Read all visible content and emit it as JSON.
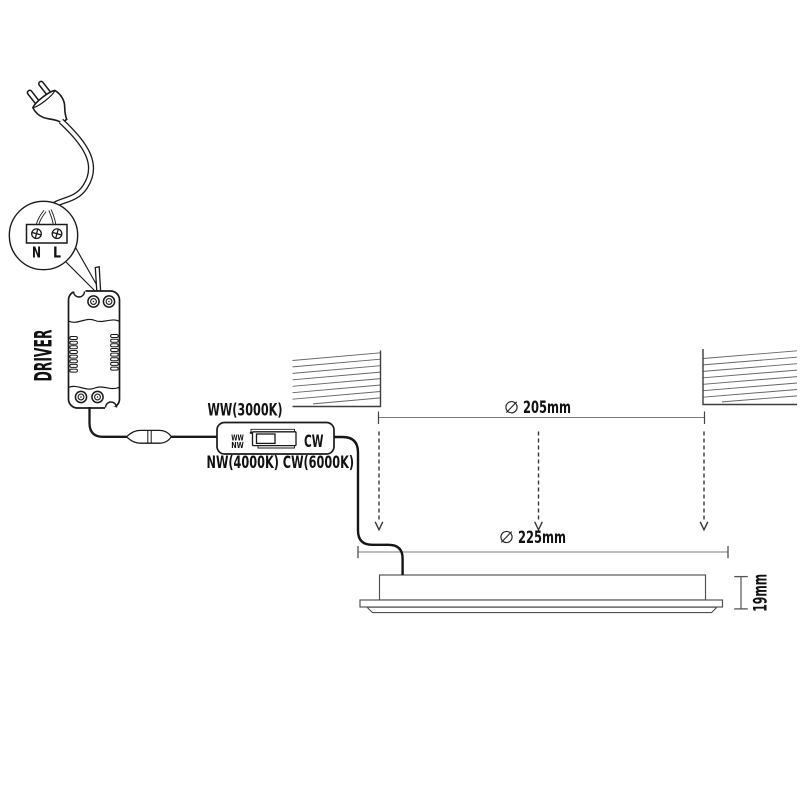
{
  "wiring_detail": {
    "terminal_left": "N",
    "terminal_right": "L"
  },
  "driver": {
    "label": "DRIVER"
  },
  "cct_switch": {
    "position_ww": "WW",
    "position_nw": "NW",
    "position_cw": "CW",
    "label_ww": "WW(3000K)",
    "label_nw_cw": "NW(4000K) CW(6000K)"
  },
  "dimensions": {
    "diameter_symbol": "⌀",
    "ceiling_cutout": "205mm",
    "panel_diameter": "225mm",
    "panel_height": "19mm"
  },
  "colors": {
    "ink": "#1a1a1a",
    "dimension_line": "#7a7a7a",
    "hatch": "#666666",
    "background": "#ffffff"
  }
}
